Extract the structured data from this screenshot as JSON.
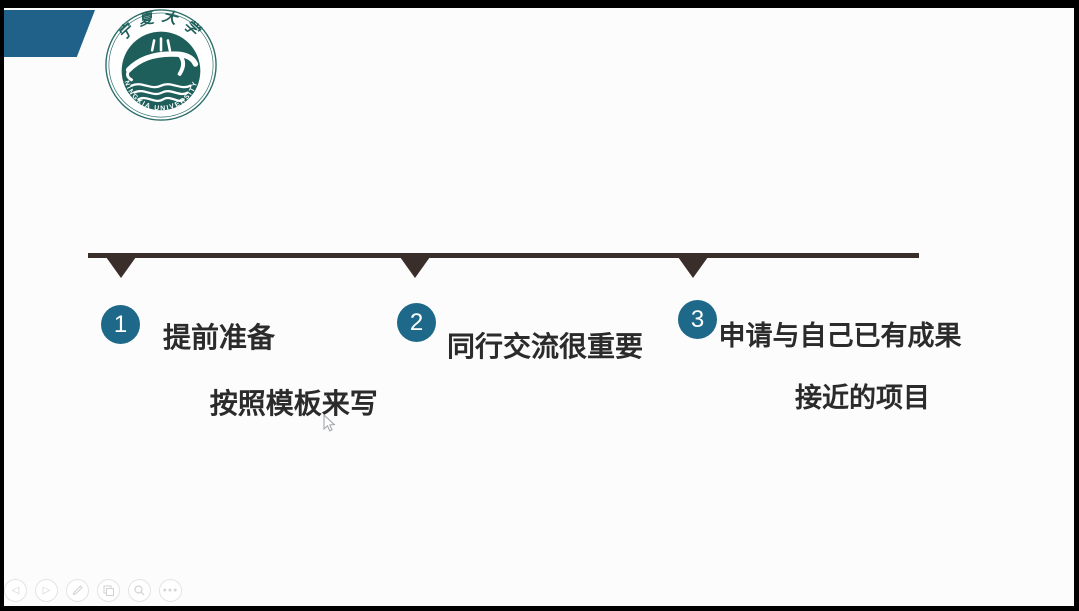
{
  "slide": {
    "background": "#fcfcfc",
    "accent_color": "#20618a",
    "timeline_color": "#3a2e2b",
    "number_circle_color": "#1e6989",
    "text_color": "#2b2b2b"
  },
  "logo": {
    "top_text": "宁夏大学",
    "bottom_text": "NINGXIA UNIVERSITY",
    "color": "#1e5f5b"
  },
  "timeline": {
    "items": [
      {
        "number": "1",
        "line1": "提前准备",
        "line2": "按照模板来写"
      },
      {
        "number": "2",
        "line1": "同行交流很重要",
        "line2": ""
      },
      {
        "number": "3",
        "line1": "申请与自己已有成果",
        "line2": "接近的项目"
      }
    ]
  },
  "toolbar": {
    "prev_glyph": "◁",
    "next_glyph": "▷",
    "ellipsis_glyph": "●●●"
  }
}
